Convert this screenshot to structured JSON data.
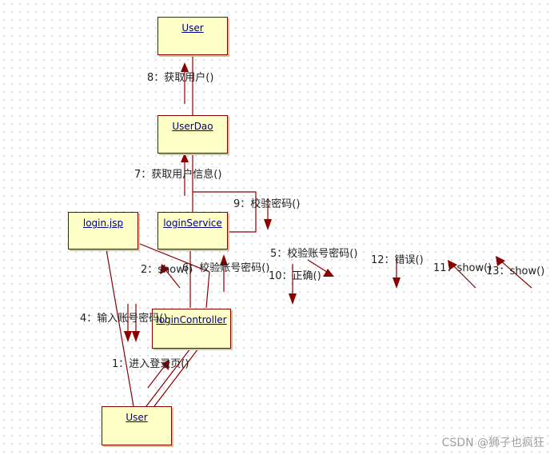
{
  "nodes": {
    "user_top": "User",
    "user_dao": "UserDao",
    "login_service": "loginService",
    "login_jsp": "login.jsp",
    "login_controller": "loginController",
    "user_bottom": "User"
  },
  "messages": {
    "m1": "1：进入登录页()",
    "m2": "2：show()",
    "m4": "4：输入账号密码()",
    "m5": "5：校验账号密码()",
    "m6": "6：校验账号密码()",
    "m7": "7：获取用户信息()",
    "m8": "8：获取用户()",
    "m9": "9：校验密码()",
    "m10": "10：正确()",
    "m11": "11：show()",
    "m12": "12：错误()",
    "m13": "13：show()"
  },
  "watermark": "CSDN @狮子也疯狂",
  "colors": {
    "line": "#8b0000",
    "node_fill": "#ffffc8",
    "node_text": "#000080"
  }
}
